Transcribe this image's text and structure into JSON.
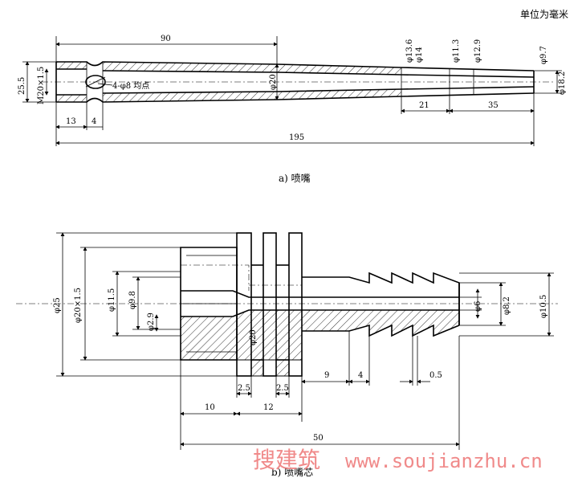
{
  "unit_note": "单位为毫米",
  "nozzle": {
    "caption": "a) 喷嘴",
    "dims": {
      "d90": "90",
      "d195": "195",
      "d13": "13",
      "d4": "4",
      "d21": "21",
      "d35": "35",
      "d25_5": "25.5",
      "thread": "M20×1.5",
      "holes": "4-φ8 均点",
      "phi20": "φ20",
      "phi13_6": "φ13.6",
      "phi14": "φ14",
      "phi11_3": "φ11.3",
      "phi12_9": "φ12.9",
      "phi9_7": "φ9.7",
      "phi18_2": "φ18.2"
    }
  },
  "core": {
    "caption": "b) 喷嘴芯",
    "dims": {
      "phi25": "φ25",
      "thread": "φ20×1.5",
      "phi11_5": "φ11.5",
      "phi9_8": "φ9.8",
      "phi2_9": "φ2.9",
      "phi20": "φ20",
      "phi6": "φ6",
      "phi8_2": "φ8.2",
      "phi10_5": "φ10.5",
      "d2_5a": "2.5",
      "d2_5b": "2.5",
      "d9": "9",
      "d4": "4",
      "d0_5": "0.5",
      "d10": "10",
      "d12": "12",
      "d50": "50"
    }
  },
  "watermark": {
    "cn": "搜建筑",
    "url": "www.soujianzhu.cn"
  }
}
